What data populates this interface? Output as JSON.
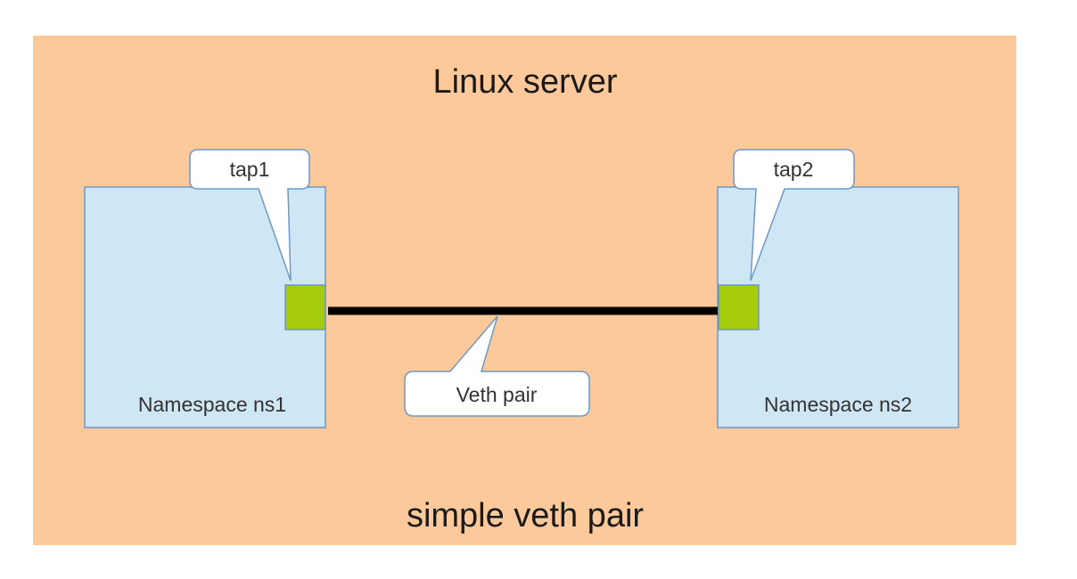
{
  "diagram": {
    "server_label": "Linux server",
    "caption": "simple veth pair",
    "namespaces": [
      {
        "label": "Namespace ns1",
        "interface": "tap1"
      },
      {
        "label": "Namespace ns2",
        "interface": "tap2"
      }
    ],
    "link_label": "Veth pair"
  },
  "colors": {
    "server_background": "#fdc99a",
    "namespace_fill": "#cfe6f5",
    "namespace_stroke": "#6d98c8",
    "interface_fill": "#a6cb0a",
    "link": "#000000",
    "callout_fill": "#ffffff",
    "callout_stroke": "#6d98c8"
  }
}
